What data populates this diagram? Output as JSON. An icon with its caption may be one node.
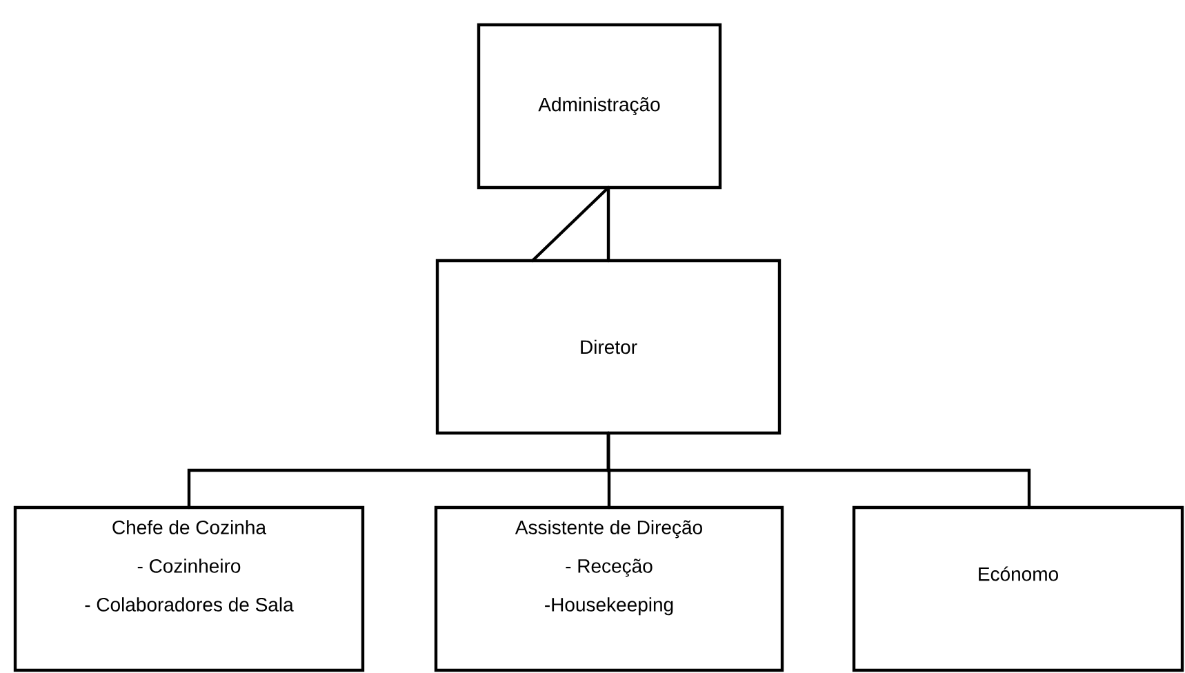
{
  "diagram": {
    "nodes": [
      {
        "text": [
          "Administração"
        ]
      },
      {
        "text": [
          "Diretor"
        ]
      },
      {
        "text": [
          "Chefe de Cozinha",
          "- Cozinheiro",
          "- Colaboradores de Sala"
        ]
      },
      {
        "text": [
          "Assistente de Direção",
          "- Receção",
          "-Housekeeping"
        ]
      },
      {
        "text": [
          "Ecónomo"
        ]
      }
    ],
    "edges": [
      {
        "from": 0,
        "to": 1,
        "arrow": "none"
      },
      {
        "from": 0,
        "to": 1,
        "arrow": "none"
      },
      {
        "from": 1,
        "to": 2,
        "arrow": "none"
      },
      {
        "from": 1,
        "to": 3,
        "arrow": "none"
      },
      {
        "from": 1,
        "to": 4,
        "arrow": "none"
      }
    ]
  }
}
